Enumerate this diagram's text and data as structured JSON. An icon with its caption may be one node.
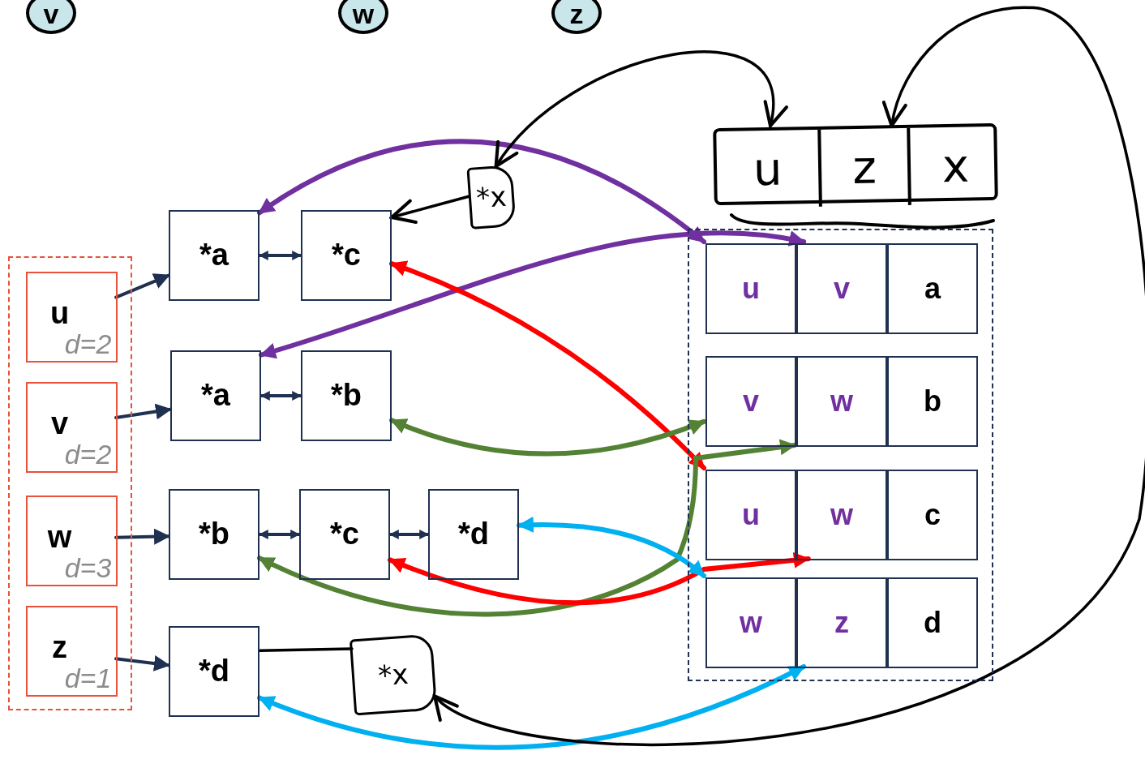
{
  "diagram": {
    "nodes": [
      {
        "text": [
          "v"
        ]
      },
      {
        "text": [
          "w"
        ]
      },
      {
        "text": [
          "z"
        ]
      },
      {
        "text": [],
        "shape": "box"
      },
      {
        "text": [
          "u",
          "d=2"
        ],
        "in": 3
      },
      {
        "text": [
          "v",
          "d=2"
        ],
        "in": 3
      },
      {
        "text": [
          "w",
          "d=3"
        ],
        "in": 3
      },
      {
        "text": [
          "z",
          "d=1"
        ],
        "in": 3
      },
      {
        "text": [
          "*a"
        ]
      },
      {
        "text": [
          "*c"
        ]
      },
      {
        "text": [
          "*a"
        ]
      },
      {
        "text": [
          "*b"
        ]
      },
      {
        "text": [
          "*b"
        ]
      },
      {
        "text": [
          "*c"
        ]
      },
      {
        "text": [
          "*d"
        ]
      },
      {
        "text": [
          "*d"
        ]
      },
      {
        "text": [
          "*x"
        ]
      },
      {
        "text": [
          "*x"
        ]
      },
      {
        "text": [],
        "shape": "box"
      },
      {
        "text": [
          "u"
        ],
        "in": 18
      },
      {
        "text": [
          "z"
        ],
        "in": 18
      },
      {
        "text": [
          "x"
        ],
        "in": 18
      },
      {
        "text": [],
        "shape": "box"
      },
      {
        "text": [
          "u"
        ],
        "in": 22
      },
      {
        "text": [
          "v"
        ],
        "in": 22
      },
      {
        "text": [
          "a"
        ],
        "in": 22
      },
      {
        "text": [
          "v"
        ],
        "in": 22
      },
      {
        "text": [
          "w"
        ],
        "in": 22
      },
      {
        "text": [
          "b"
        ],
        "in": 22
      },
      {
        "text": [
          "u"
        ],
        "in": 22
      },
      {
        "text": [
          "w"
        ],
        "in": 22
      },
      {
        "text": [
          "c"
        ],
        "in": 22
      },
      {
        "text": [
          "w"
        ],
        "in": 22
      },
      {
        "text": [
          "z"
        ],
        "in": 22
      },
      {
        "text": [
          "d"
        ],
        "in": 22
      }
    ],
    "edges": [
      {
        "from": 4,
        "to": 8,
        "arrow": "to"
      },
      {
        "from": 5,
        "to": 10,
        "arrow": "to"
      },
      {
        "from": 6,
        "to": 12,
        "arrow": "to"
      },
      {
        "from": 7,
        "to": 15,
        "arrow": "to"
      },
      {
        "from": 8,
        "to": 9,
        "arrow": "both"
      },
      {
        "from": 10,
        "to": 11,
        "arrow": "both"
      },
      {
        "from": 12,
        "to": 13,
        "arrow": "both"
      },
      {
        "from": 13,
        "to": 14,
        "arrow": "both"
      },
      {
        "from": 8,
        "to": 23,
        "arrow": "both",
        "color": "#7030a0"
      },
      {
        "from": 10,
        "to": 24,
        "arrow": "both",
        "color": "#7030a0"
      },
      {
        "from": 9,
        "to": 29,
        "arrow": "both",
        "color": "#ff0000"
      },
      {
        "from": 11,
        "to": 26,
        "arrow": "both",
        "color": "#548235"
      },
      {
        "from": 12,
        "to": 27,
        "arrow": "both",
        "color": "#548235"
      },
      {
        "from": 13,
        "to": 30,
        "arrow": "both",
        "color": "#ff0000"
      },
      {
        "from": 14,
        "to": 32,
        "arrow": "both",
        "color": "#00b0f0"
      },
      {
        "from": 15,
        "to": 33,
        "arrow": "both",
        "color": "#00b0f0"
      },
      {
        "from": 16,
        "to": 9,
        "arrow": "to",
        "color": "#000000"
      },
      {
        "from": 17,
        "to": 15,
        "arrow": "none",
        "color": "#000000"
      },
      {
        "from": 16,
        "to": 19,
        "arrow": "both",
        "color": "#000000"
      },
      {
        "from": 17,
        "to": 20,
        "arrow": "both",
        "color": "#000000"
      }
    ]
  }
}
